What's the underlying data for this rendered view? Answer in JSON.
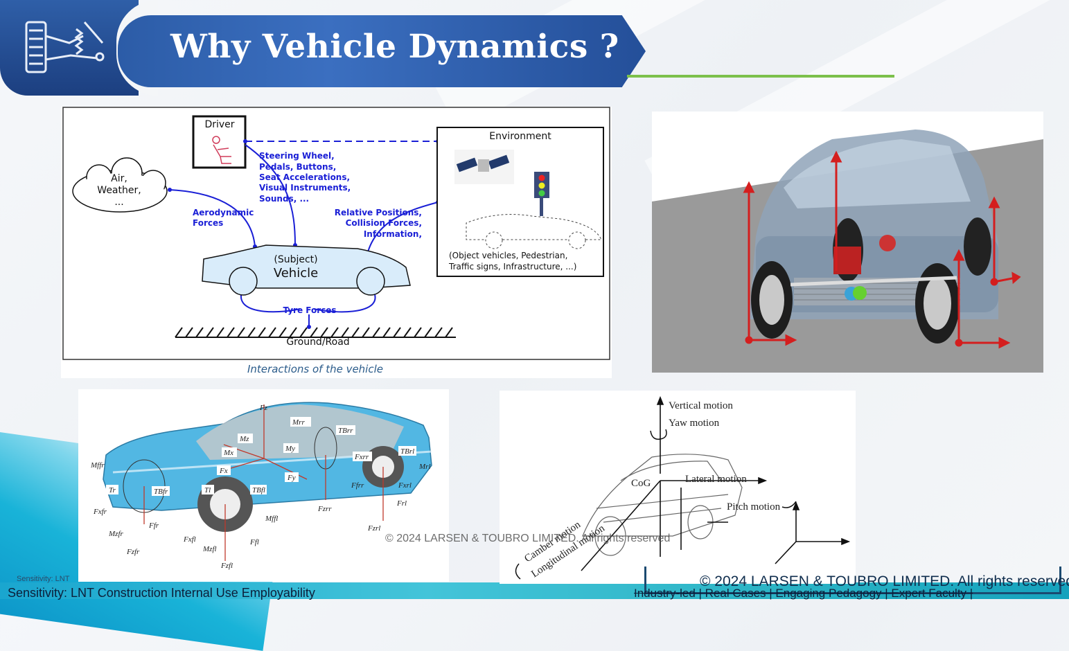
{
  "header": {
    "title": "Why Vehicle Dynamics ?",
    "logo_icon": "suspension-logo-icon",
    "colors": {
      "banner": "#2c5ca7",
      "accent_line": "#7cc04b"
    }
  },
  "interaction_diagram": {
    "driver_label": "Driver",
    "environment_label": "Environment",
    "air_weather": [
      "Air,",
      "Weather,",
      "..."
    ],
    "driver_inputs": [
      "Steering Wheel,",
      "Pedals, Buttons,",
      "Seat Accelerations,",
      "Visual Instruments,",
      "Sounds, ..."
    ],
    "aero_forces": [
      "Aerodynamic",
      "Forces"
    ],
    "relative_positions": [
      "Relative Positions,",
      "Collision Forces,",
      "Information,"
    ],
    "subject_label": "(Subject)",
    "vehicle_label": "Vehicle",
    "object_vehicles": [
      "(Object vehicles, Pedestrian,",
      "Traffic signs, Infrastructure, ...)"
    ],
    "tyre_forces": "Tyre Forces",
    "ground_road": "Ground/Road",
    "caption": "Interactions of the vehicle"
  },
  "force_diagram_labels": {
    "top": [
      "Fz",
      "Mz",
      "Mx",
      "My",
      "Fx",
      "Fy",
      "Mrr",
      "TBrr",
      "Fxrr",
      "TBrl",
      "Mrl"
    ],
    "left": [
      "Mffr",
      "Tr",
      "TBfr",
      "Tl",
      "TBfl",
      "Fxfr",
      "Mzfr",
      "Ffr",
      "Fzfr",
      "Fxfl",
      "Mzfl",
      "Ffl",
      "Fzfl",
      "Mffl"
    ],
    "right": [
      "Fzrr",
      "Ffrr",
      "Fzrl",
      "Frl",
      "Fxrl"
    ]
  },
  "motion_diagram": {
    "vertical_motion": "Vertical motion",
    "yaw_motion": "Yaw motion",
    "cog": "CoG",
    "lateral_motion": "Lateral motion",
    "pitch_motion": "Pitch motion",
    "camber_motion": "Camber motion",
    "longitudinal_motion": "Longitudinal motion"
  },
  "footer": {
    "watermark": "© 2024 LARSEN & TOUBRO LIMITED. All rights reserved",
    "sensitivity_small": "Sensitivity: LNT",
    "sensitivity": "Sensitivity: LNT Construction Internal Use Employability",
    "copyright": "© 2024 LARSEN & TOUBRO LIMITED. All rights reserved",
    "industry": "Industry-led | Real Cases | Engaging Pedagogy | Expert Faculty |"
  }
}
